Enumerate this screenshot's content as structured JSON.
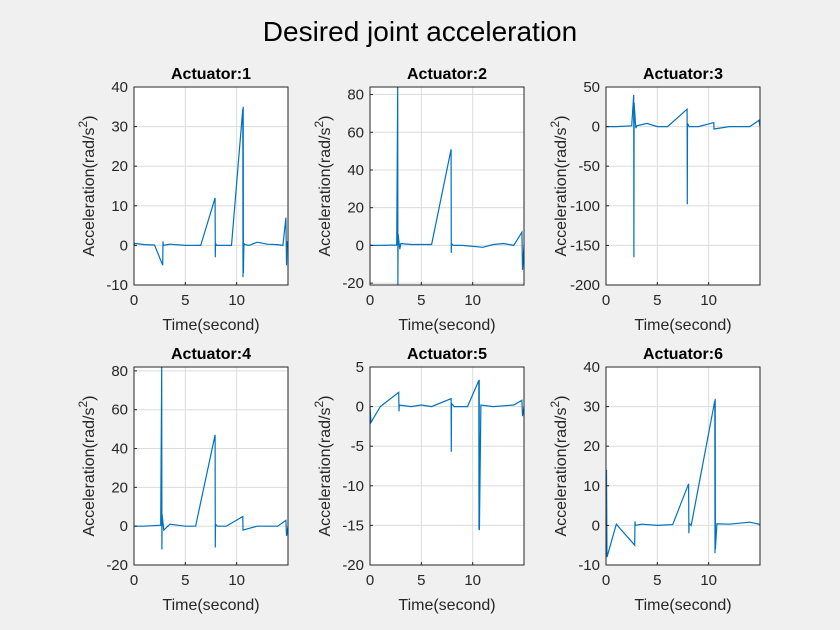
{
  "figure": {
    "title": "Desired joint acceleration"
  },
  "chart_data": [
    {
      "type": "line",
      "title": "Actuator:1",
      "xlabel": "Time(second)",
      "ylabel": "Acceleration(rad/s^2)",
      "xlim": [
        0,
        15
      ],
      "ylim": [
        -10,
        40
      ],
      "xticks": [
        0,
        5,
        10
      ],
      "yticks": [
        -10,
        0,
        10,
        20,
        30,
        40
      ],
      "grid": true,
      "x": [
        0,
        0.1,
        1,
        2,
        2.8,
        2.82,
        2.84,
        3.5,
        5,
        6.5,
        7.9,
        7.92,
        7.94,
        8.05,
        9.5,
        10.6,
        10.62,
        10.64,
        10.66,
        10.7,
        10.8,
        11.2,
        12,
        13,
        14,
        14.5,
        14.8,
        14.85,
        14.9,
        15
      ],
      "y": [
        0,
        0.5,
        0.2,
        0.1,
        -5,
        1,
        0,
        0.3,
        0,
        0,
        12,
        -3,
        0.5,
        0,
        0,
        34.5,
        -8,
        35,
        -7,
        0.5,
        0.2,
        0,
        0.8,
        0.3,
        0.2,
        0,
        7,
        -5,
        1,
        0
      ]
    },
    {
      "type": "line",
      "title": "Actuator:2",
      "xlabel": "Time(second)",
      "ylabel": "Acceleration(rad/s^2)",
      "xlim": [
        0,
        15
      ],
      "ylim": [
        -21,
        84
      ],
      "xticks": [
        0,
        5,
        10
      ],
      "yticks": [
        -20,
        0,
        20,
        40,
        60,
        80
      ],
      "grid": true,
      "x": [
        0,
        1,
        2.6,
        2.7,
        2.72,
        2.74,
        2.9,
        3,
        4,
        5,
        6,
        7.9,
        7.92,
        7.94,
        8.1,
        9,
        11,
        12,
        13,
        14,
        14.8,
        14.85,
        15
      ],
      "y": [
        0,
        0,
        0.2,
        84,
        -21,
        6,
        -2,
        1,
        0.5,
        0.5,
        0.5,
        51,
        -4,
        1,
        0,
        0,
        -1,
        0.5,
        1,
        0,
        7,
        -13,
        0
      ]
    },
    {
      "type": "line",
      "title": "Actuator:3",
      "xlabel": "Time(second)",
      "ylabel": "Acceleration(rad/s^2)",
      "xlim": [
        0,
        15
      ],
      "ylim": [
        -200,
        50
      ],
      "xticks": [
        0,
        5,
        10
      ],
      "yticks": [
        -200,
        -150,
        -100,
        -50,
        0,
        50
      ],
      "grid": true,
      "x": [
        0,
        1,
        2.5,
        2.7,
        2.72,
        2.74,
        2.9,
        3,
        4,
        5,
        6,
        7.9,
        7.92,
        7.94,
        8.1,
        9,
        10.5,
        10.52,
        12,
        14,
        14.9,
        15
      ],
      "y": [
        0,
        0,
        1,
        40,
        -165,
        30,
        -2,
        1,
        4,
        0,
        0,
        22,
        -98,
        4,
        0,
        0,
        5,
        -3,
        0,
        0,
        8,
        0
      ]
    },
    {
      "type": "line",
      "title": "Actuator:4",
      "xlabel": "Time(second)",
      "ylabel": "Acceleration(rad/s^2)",
      "xlim": [
        0,
        15
      ],
      "ylim": [
        -20,
        82
      ],
      "xticks": [
        0,
        5,
        10
      ],
      "yticks": [
        -20,
        0,
        20,
        40,
        60,
        80
      ],
      "grid": true,
      "x": [
        0,
        1,
        2.6,
        2.7,
        2.72,
        2.74,
        2.9,
        3.5,
        5,
        6,
        7.9,
        7.92,
        7.94,
        8.1,
        9,
        10.6,
        10.62,
        12,
        14,
        14.8,
        14.85,
        15
      ],
      "y": [
        0,
        0,
        0.5,
        82,
        -12,
        6,
        -2,
        1,
        0,
        0,
        47,
        -11,
        1,
        0,
        0,
        5,
        -2,
        0,
        0,
        3,
        -5,
        0
      ]
    },
    {
      "type": "line",
      "title": "Actuator:5",
      "xlabel": "Time(second)",
      "ylabel": "Acceleration(rad/s^2)",
      "xlim": [
        0,
        15
      ],
      "ylim": [
        -20,
        5
      ],
      "xticks": [
        0,
        5,
        10
      ],
      "yticks": [
        -20,
        -15,
        -10,
        -5,
        0,
        5
      ],
      "grid": true,
      "x": [
        0,
        0.1,
        1,
        2.8,
        2.82,
        2.84,
        4,
        5,
        6,
        7.9,
        7.92,
        7.94,
        8.2,
        9.5,
        10.6,
        10.62,
        10.64,
        10.66,
        10.8,
        12,
        13,
        14,
        14.8,
        14.85,
        15
      ],
      "y": [
        0,
        -2,
        0,
        1.8,
        -0.6,
        0.2,
        0,
        0.2,
        0,
        1,
        -5.7,
        0.4,
        0,
        0,
        3.3,
        -15.5,
        3.4,
        -15.6,
        0.2,
        0,
        0.1,
        0.2,
        0.8,
        -1.2,
        0
      ]
    },
    {
      "type": "line",
      "title": "Actuator:6",
      "xlabel": "Time(second)",
      "ylabel": "Acceleration(rad/s^2)",
      "xlim": [
        0,
        15
      ],
      "ylim": [
        -10,
        40
      ],
      "xticks": [
        0,
        5,
        10
      ],
      "yticks": [
        -10,
        0,
        10,
        20,
        30,
        40
      ],
      "grid": true,
      "x": [
        0,
        0.05,
        0.1,
        1,
        2.8,
        2.82,
        2.84,
        3.5,
        5,
        6.5,
        8.05,
        8.07,
        8.09,
        8.3,
        10.6,
        10.62,
        10.64,
        10.66,
        10.8,
        12,
        14,
        14.9,
        15
      ],
      "y": [
        0,
        14,
        -8,
        0.3,
        -5,
        1,
        0,
        0.3,
        0,
        0.2,
        10.5,
        -2,
        0.5,
        0,
        31.5,
        -7,
        32,
        -6,
        0.4,
        0.3,
        0.8,
        0.3,
        0
      ]
    }
  ]
}
